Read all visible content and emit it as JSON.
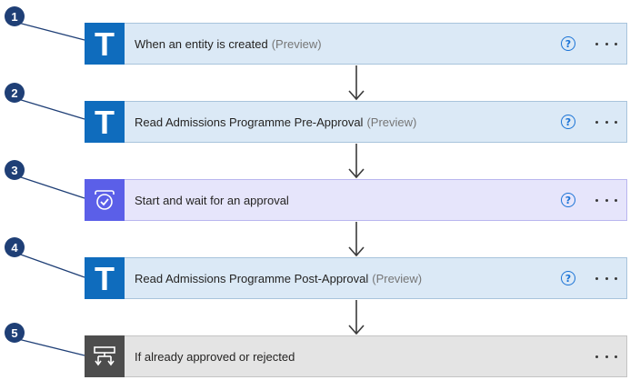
{
  "steps": [
    {
      "number": "1",
      "title": "When an entity is created",
      "suffix": "(Preview)",
      "icon": "dataverse-t-icon",
      "tile_color": "#0f6cbd",
      "has_help": true
    },
    {
      "number": "2",
      "title": "Read Admissions Programme Pre-Approval",
      "suffix": "(Preview)",
      "icon": "dataverse-t-icon",
      "tile_color": "#0f6cbd",
      "has_help": true
    },
    {
      "number": "3",
      "title": "Start and wait for an approval",
      "suffix": "",
      "icon": "approval-icon",
      "tile_color": "#5b5fe8",
      "has_help": true
    },
    {
      "number": "4",
      "title": "Read Admissions Programme Post-Approval",
      "suffix": "(Preview)",
      "icon": "dataverse-t-icon",
      "tile_color": "#0f6cbd",
      "has_help": true
    },
    {
      "number": "5",
      "title": "If already approved or rejected",
      "suffix": "",
      "icon": "condition-icon",
      "tile_color": "#4d4d4d",
      "has_help": false
    }
  ],
  "tile_letter": "T",
  "help_glyph": "?",
  "colors": {
    "badge": "#1f3f76",
    "blue_card": "#dbe9f6",
    "purple_card": "#e6e5fb",
    "gray_card": "#e4e4e4"
  }
}
